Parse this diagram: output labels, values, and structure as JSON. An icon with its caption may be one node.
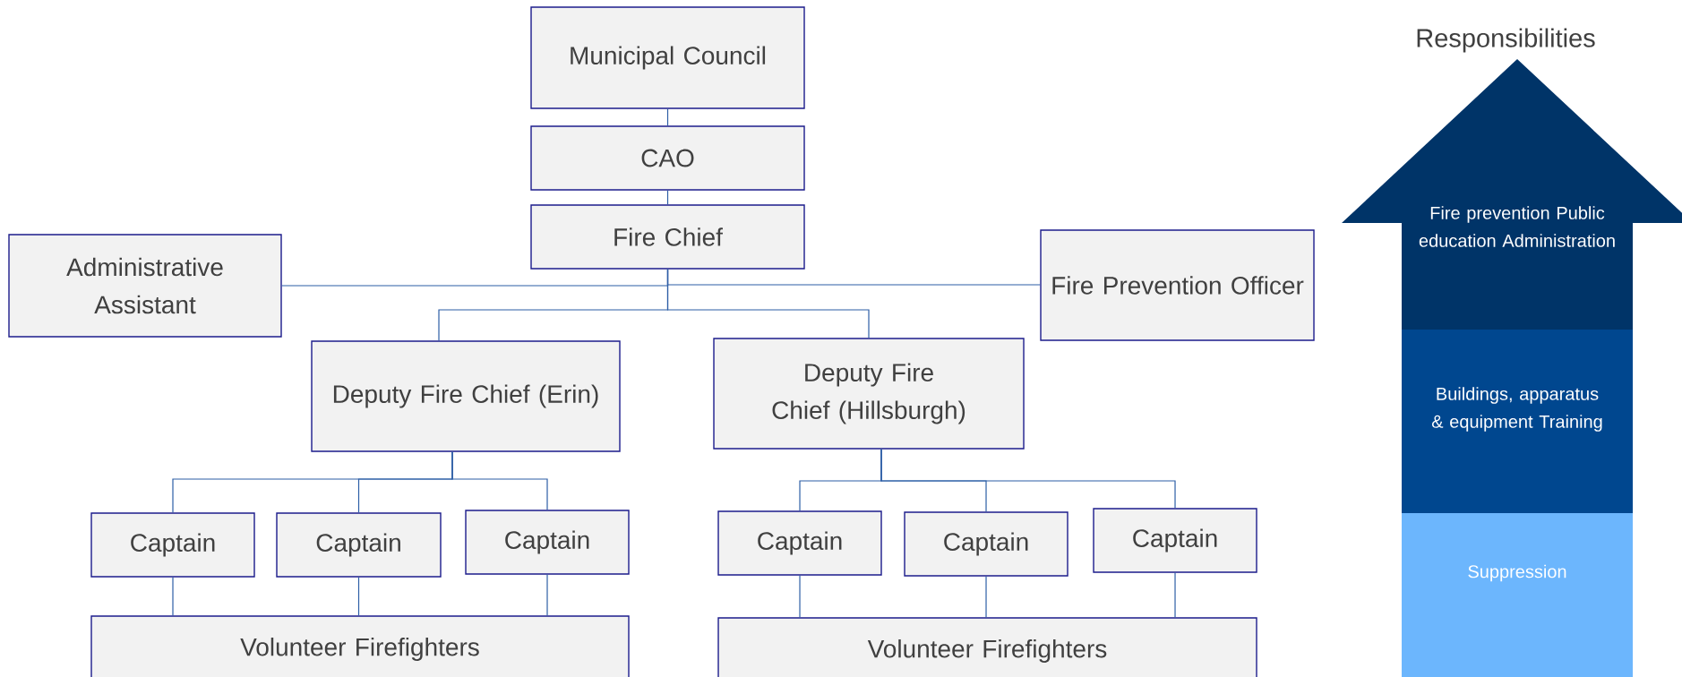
{
  "diagram": {
    "title": "Responsibilities",
    "nodes": [
      {
        "text": [
          "Municipal Council"
        ]
      },
      {
        "text": [
          "CAO"
        ]
      },
      {
        "text": [
          "Fire Chief"
        ]
      },
      {
        "text": [
          "Administrative Assistant"
        ]
      },
      {
        "text": [
          "Fire Prevention Officer"
        ]
      },
      {
        "text": [
          "Deputy Fire Chief (Erin)"
        ]
      },
      {
        "text": [
          "Deputy Fire Chief (Hillsburgh)"
        ]
      },
      {
        "text": [
          "Captain"
        ]
      },
      {
        "text": [
          "Captain"
        ]
      },
      {
        "text": [
          "Captain"
        ]
      },
      {
        "text": [
          "Captain"
        ]
      },
      {
        "text": [
          "Captain"
        ]
      },
      {
        "text": [
          "Captain"
        ]
      },
      {
        "text": [
          "Volunteer Firefighters"
        ]
      },
      {
        "text": [
          "Volunteer Firefighters"
        ]
      },
      {
        "text": [
          "Fire prevention Public education Administration"
        ]
      },
      {
        "text": [
          "Buildings, apparatus & equipment Training"
        ]
      },
      {
        "text": [
          "Suppression"
        ]
      }
    ],
    "edges": [
      {
        "from": 0,
        "to": 1,
        "arrow": "none"
      },
      {
        "from": 1,
        "to": 2,
        "arrow": "none"
      },
      {
        "from": 2,
        "to": 3,
        "arrow": "none"
      },
      {
        "from": 2,
        "to": 4,
        "arrow": "none"
      },
      {
        "from": 2,
        "to": 5,
        "arrow": "none"
      },
      {
        "from": 2,
        "to": 6,
        "arrow": "none"
      },
      {
        "from": 5,
        "to": 7,
        "arrow": "none"
      },
      {
        "from": 5,
        "to": 8,
        "arrow": "none"
      },
      {
        "from": 5,
        "to": 9,
        "arrow": "none"
      },
      {
        "from": 6,
        "to": 10,
        "arrow": "none"
      },
      {
        "from": 6,
        "to": 11,
        "arrow": "none"
      },
      {
        "from": 6,
        "to": 12,
        "arrow": "none"
      },
      {
        "from": 7,
        "to": 13,
        "arrow": "none"
      },
      {
        "from": 8,
        "to": 13,
        "arrow": "none"
      },
      {
        "from": 9,
        "to": 13,
        "arrow": "none"
      },
      {
        "from": 10,
        "to": 14,
        "arrow": "none"
      },
      {
        "from": 11,
        "to": 14,
        "arrow": "none"
      },
      {
        "from": 12,
        "to": 14,
        "arrow": "none"
      }
    ]
  }
}
